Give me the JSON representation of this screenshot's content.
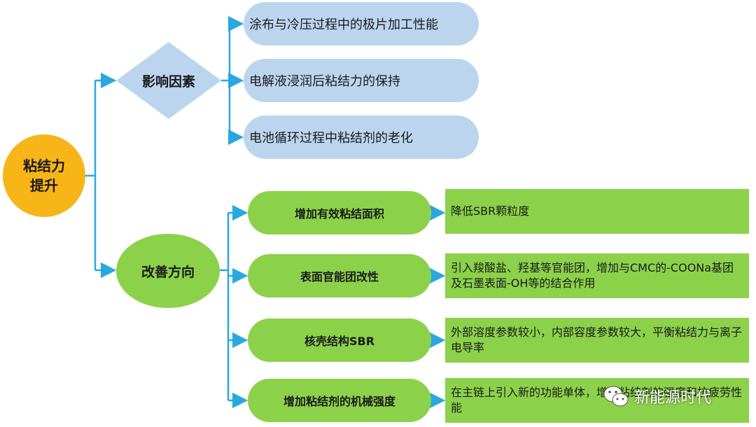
{
  "root": {
    "line1": "粘结力",
    "line2": "提升"
  },
  "factors": {
    "label": "影响因素",
    "items": [
      "涂布与冷压过程中的极片加工性能",
      "电解液浸润后粘结力的保持",
      "电池循环过程中粘结剂的老化"
    ]
  },
  "directions": {
    "label": "改善方向",
    "items": [
      {
        "name": "增加有效粘结面积",
        "detail": "降低SBR颗粒度"
      },
      {
        "name": "表面官能团改性",
        "detail": "引入羧酸盐、羟基等官能团，增加与CMC的-COONa基团及石墨表面-OH等的结合作用"
      },
      {
        "name": "核壳结构SBR",
        "detail": "外部溶度参数较小，内部容度参数较大，平衡粘结力与离子电导率"
      },
      {
        "name": "增加粘结剂的机械强度",
        "detail": "在主链上引入新的功能单体，增加粘结剂的强度和抗疲劳性能"
      }
    ]
  },
  "watermark": {
    "text": "新能源时代",
    "icon": "wechat-icon"
  },
  "colors": {
    "root": "#f7b518",
    "blue": "#bcd5ef",
    "green": "#8cd14a",
    "arrow": "#29a8e0"
  }
}
